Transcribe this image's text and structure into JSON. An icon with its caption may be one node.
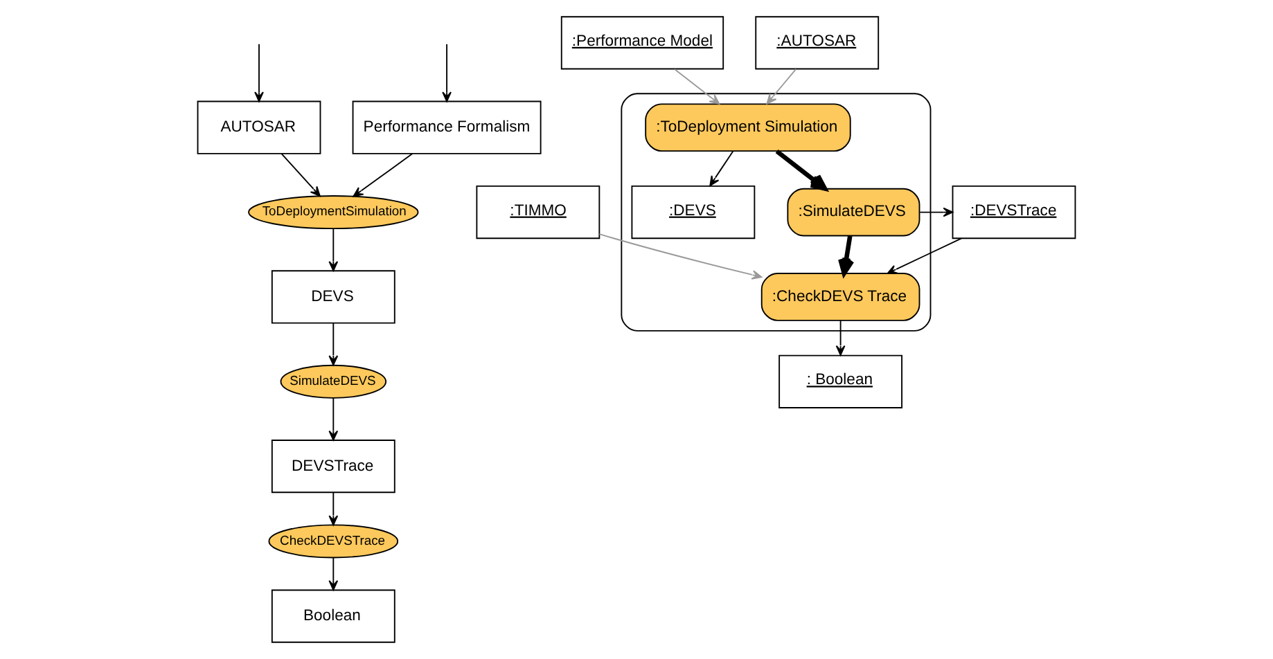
{
  "diagram": {
    "nodes": [
      {
        "text": [
          "Performance Formalism"
        ]
      },
      {
        "text": [
          "AUTOSAR"
        ]
      },
      {
        "text": [
          "ToDeploymentSimulation"
        ]
      },
      {
        "text": [
          "DEVS"
        ]
      },
      {
        "text": [
          "SimulateDEVS"
        ]
      },
      {
        "text": [
          "DEVSTrace"
        ]
      },
      {
        "text": [
          "CheckDEVSTrace"
        ]
      },
      {
        "text": [
          "Boolean"
        ]
      },
      {
        "text": [],
        "shape": "box"
      },
      {
        "text": [
          ":Performance Model"
        ]
      },
      {
        "text": [
          ":AUTOSAR"
        ]
      },
      {
        "text": [
          ":ToDeployment Simulation"
        ],
        "in": 8
      },
      {
        "text": [
          ":DEVS"
        ],
        "in": 8
      },
      {
        "text": [
          ":SimulateDEVS"
        ],
        "in": 8
      },
      {
        "text": [
          ":TIMMO"
        ]
      },
      {
        "text": [
          ":CheckDEVS Trace"
        ],
        "in": 8
      },
      {
        "text": [
          ":DEVSTrace"
        ]
      },
      {
        "text": [
          ": Boolean"
        ]
      }
    ],
    "edges": [
      {
        "from": null,
        "to": 0,
        "arrow": "to"
      },
      {
        "from": null,
        "to": 1,
        "arrow": "to"
      },
      {
        "from": 0,
        "to": 2,
        "arrow": "to"
      },
      {
        "from": 1,
        "to": 2,
        "arrow": "to"
      },
      {
        "from": 2,
        "to": 3,
        "arrow": "to"
      },
      {
        "from": 3,
        "to": 4,
        "arrow": "to"
      },
      {
        "from": 4,
        "to": 5,
        "arrow": "to"
      },
      {
        "from": 5,
        "to": 6,
        "arrow": "to"
      },
      {
        "from": 6,
        "to": 7,
        "arrow": "to"
      },
      {
        "from": 9,
        "to": 11,
        "arrow": "to",
        "color": "#999999"
      },
      {
        "from": 10,
        "to": 11,
        "arrow": "to",
        "color": "#999999"
      },
      {
        "from": 11,
        "to": 12,
        "arrow": "to"
      },
      {
        "from": 11,
        "to": 13,
        "arrow": "to",
        "style": "thick"
      },
      {
        "from": 13,
        "to": 16,
        "arrow": "to"
      },
      {
        "from": 13,
        "to": 15,
        "arrow": "to",
        "style": "thick"
      },
      {
        "from": 14,
        "to": 15,
        "arrow": "to",
        "color": "#999999"
      },
      {
        "from": 16,
        "to": 15,
        "arrow": "to"
      },
      {
        "from": 15,
        "to": 17,
        "arrow": "to"
      }
    ]
  }
}
